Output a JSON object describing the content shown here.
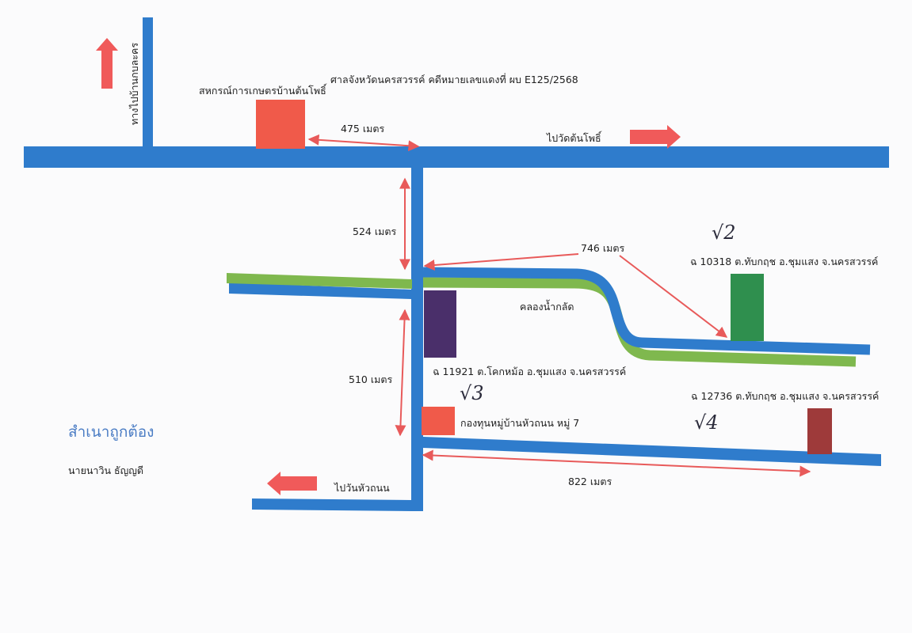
{
  "colors": {
    "road": "#2f7ccc",
    "canal": "#7fb84e",
    "arrow": "#f05a5a",
    "measure": "#e85a5a",
    "coop_box": "#f05a4a",
    "plot_10318": "#2f8f4e",
    "plot_11921": "#4a2f6a",
    "plot_fund": "#f05a4a",
    "plot_12736": "#9e3a3a",
    "certified_text": "#4a7cc4"
  },
  "labels": {
    "court_case": "ศาลจังหวัดนครสวรรค์ คดีหมายเลขแดงที่ ผบ E125/2568",
    "coop": "สหกรณ์การเกษตรบ้านต้นโพธิ์",
    "to_ban_kalakon": "ทางไปบ้านกบละคร",
    "to_wat_tonpho": "ไปวัดต้นโพธิ์",
    "to_hua_thanon": "ไปวันหัวถนน",
    "canal": "คลองน้ำกลัด",
    "plot_10318": "ฉ 10318  ต.ทับกฤช  อ.ชุมแสง  จ.นครสวรรค์",
    "plot_11921": "ฉ 11921  ต.โคกหม้อ  อ.ชุมแสง  จ.นครสวรรค์",
    "plot_fund": "กองทุนหมู่บ้านหัวถนน  หมู่ 7",
    "plot_12736": "ฉ 12736  ต.ทับกฤช  อ.ชุมแสง  จ.นครสวรรค์",
    "certified": "สำเนาถูกต้อง",
    "signer": "นายนาวิน  ธัญญดี"
  },
  "distances": {
    "d475": "475  เมตร",
    "d524": "524  เมตร",
    "d746": "746  เมตร",
    "d510": "510  เมตร",
    "d822": "822  เมตร"
  },
  "handwritten": {
    "mark_2": "√2",
    "mark_3": "√3",
    "mark_4": "√4"
  }
}
